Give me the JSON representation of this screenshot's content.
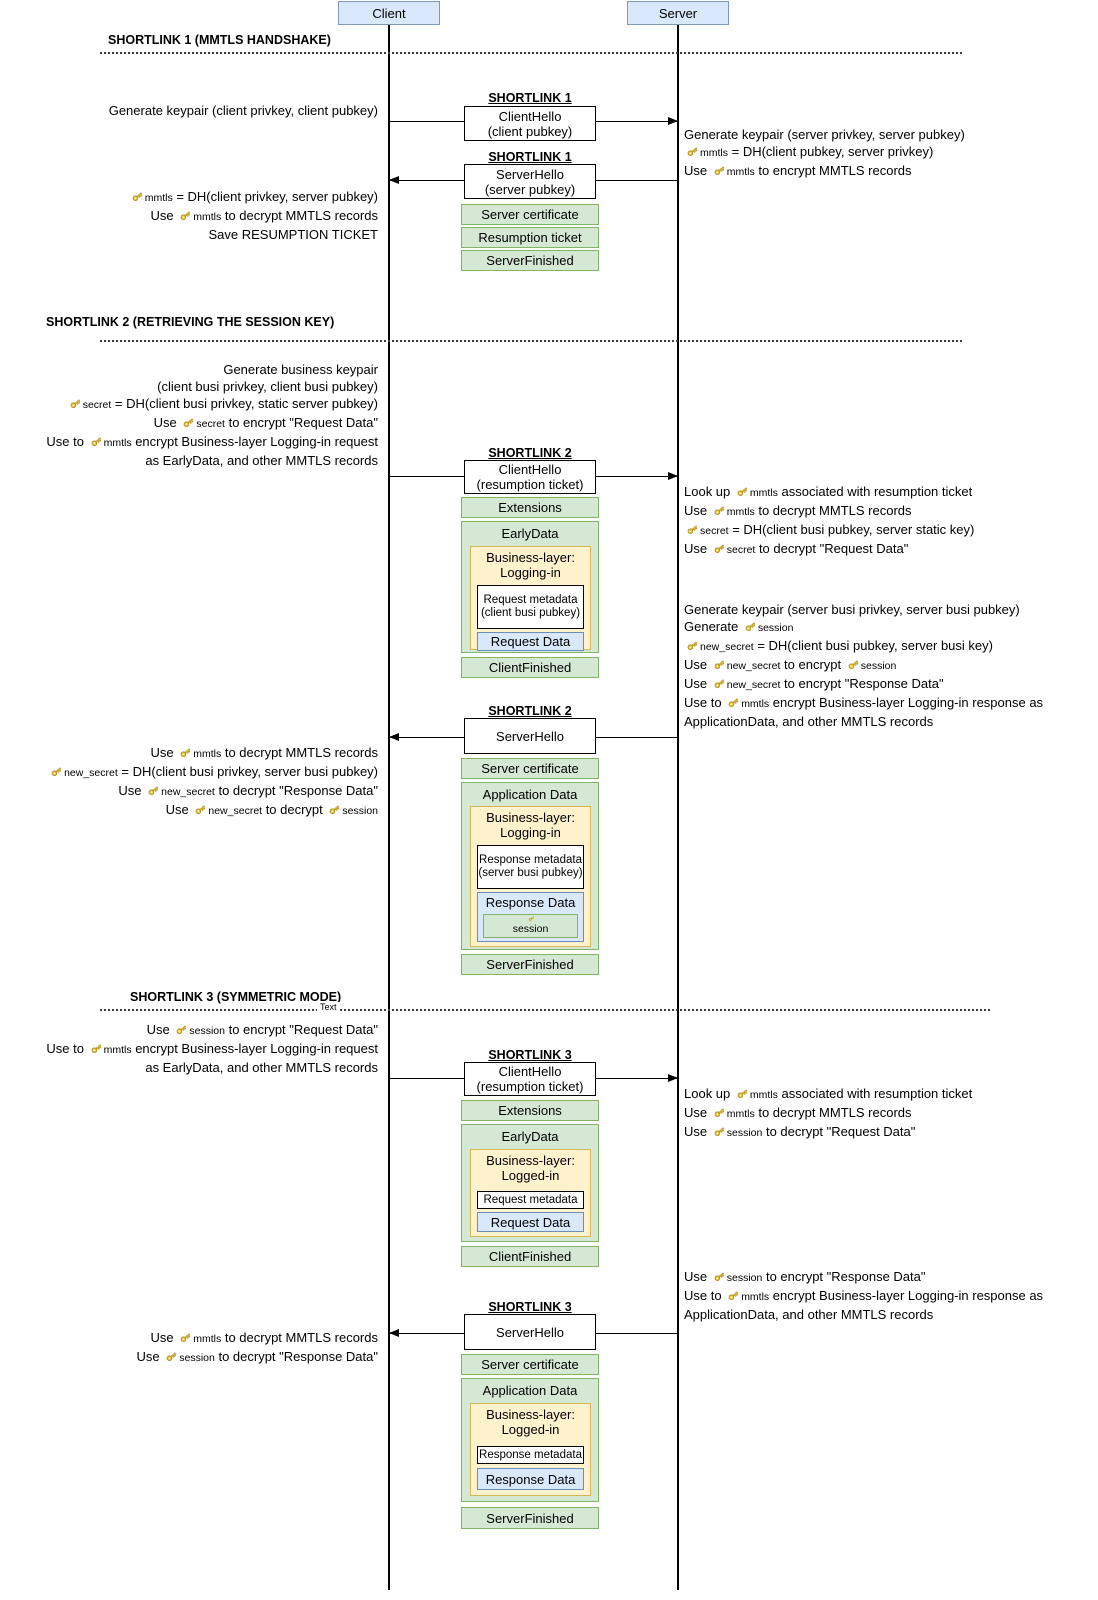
{
  "colors": {
    "actor_fill": "#dae8fc",
    "actor_border": "#7d97bd",
    "green_fill": "#d5e8d4",
    "green_border": "#82b366",
    "yellow_fill": "#fff2cc",
    "yellow_border": "#d6b656",
    "blue_fill": "#dae8fc",
    "blue_border": "#6c8ebf",
    "key_gold": "#edc531"
  },
  "actors": {
    "client": "Client",
    "server": "Server"
  },
  "s1": {
    "title": "SHORTLINK 1 (MMTLS HANDSHAKE)",
    "client_note_req": [
      "Generate keypair (client privkey, client pubkey)"
    ],
    "req_label": "SHORTLINK 1",
    "req_hello_1": "ClientHello",
    "req_hello_2": "(client pubkey)",
    "server_note": [
      "Generate keypair (server privkey, server pubkey)",
      "{key:mmtls} = DH(client pubkey, server privkey)",
      "Use {key:mmtls} to encrypt MMTLS records"
    ],
    "resp_label": "SHORTLINK 1",
    "resp_hello_1": "ServerHello",
    "resp_hello_2": "(server pubkey)",
    "resp_items": [
      "Server certificate",
      "Resumption ticket",
      "ServerFinished"
    ],
    "client_note_resp": [
      "{key:mmtls} = DH(client privkey, server pubkey)",
      "Use {key:mmtls} to decrypt MMTLS records",
      "Save RESUMPTION TICKET"
    ]
  },
  "s2": {
    "title": "SHORTLINK 2 (RETRIEVING THE SESSION KEY)",
    "client_note_req": [
      "Generate business keypair",
      "(client busi privkey, client busi pubkey)",
      "{key:secret} = DH(client busi privkey, static server pubkey)",
      "Use {key:secret} to encrypt \"Request Data\"",
      "Use to {key:mmtls} encrypt Business-layer Logging-in request",
      "as EarlyData, and other MMTLS records"
    ],
    "req_label": "SHORTLINK 2",
    "req_hello_1": "ClientHello",
    "req_hello_2": "(resumption ticket)",
    "req_extensions": "Extensions",
    "req_container": "EarlyData",
    "req_business_1": "Business-layer:",
    "req_business_2": "Logging-in",
    "req_meta_1": "Request metadata",
    "req_meta_2": "(client busi pubkey)",
    "req_data": "Request Data",
    "req_finished": "ClientFinished",
    "server_note_req": [
      "Look up {key:mmtls} associated with resumption ticket",
      "Use {key:mmtls} to decrypt MMTLS records",
      "{key:secret} = DH(client busi pubkey, server static key)",
      "Use {key:secret} to decrypt \"Request Data\""
    ],
    "server_note_resp": [
      "Generate keypair (server busi privkey, server busi pubkey)",
      "Generate {key:session}",
      "{key:new_secret} = DH(client busi pubkey, server busi key)",
      "Use {key:new_secret} to encrypt {key:session}",
      "Use {key:new_secret} to encrypt \"Response Data\"",
      "Use to {key:mmtls} encrypt Business-layer Logging-in response as",
      "ApplicationData, and other MMTLS records"
    ],
    "resp_label": "SHORTLINK 2",
    "resp_hello": "ServerHello",
    "resp_cert": "Server certificate",
    "resp_container": "Application Data",
    "resp_business_1": "Business-layer:",
    "resp_business_2": "Logging-in",
    "resp_meta_1": "Response metadata",
    "resp_meta_2": "(server busi pubkey)",
    "resp_data": "Response Data",
    "resp_session": "{key:session}",
    "resp_finished": "ServerFinished",
    "client_note_resp": [
      "Use {key:mmtls} to decrypt MMTLS records",
      "{key:new_secret} = DH(client busi privkey, server busi pubkey)",
      "Use {key:new_secret} to decrypt \"Response Data\"",
      "Use {key:new_secret} to decrypt {key:session}"
    ]
  },
  "s3": {
    "title": "SHORTLINK 3 (SYMMETRIC MODE)",
    "divider_label": "Text",
    "client_note_req": [
      "Use {key:session} to encrypt \"Request Data\"",
      "Use to {key:mmtls} encrypt Business-layer Logging-in request",
      "as EarlyData, and other MMTLS records"
    ],
    "req_label": "SHORTLINK 3",
    "req_hello_1": "ClientHello",
    "req_hello_2": "(resumption ticket)",
    "req_extensions": "Extensions",
    "req_container": "EarlyData",
    "req_business_1": "Business-layer:",
    "req_business_2": "Logged-in",
    "req_meta": "Request metadata",
    "req_data": "Request Data",
    "req_finished": "ClientFinished",
    "server_note_req": [
      "Look up {key:mmtls} associated with resumption ticket",
      "Use {key:mmtls} to decrypt MMTLS records",
      "Use {key:session} to decrypt \"Request Data\""
    ],
    "server_note_resp": [
      "Use {key:session} to encrypt \"Response Data\"",
      "Use to {key:mmtls} encrypt Business-layer Logging-in response as",
      "ApplicationData, and other MMTLS records"
    ],
    "resp_label": "SHORTLINK 3",
    "resp_hello": "ServerHello",
    "resp_cert": "Server certificate",
    "resp_container": "Application Data",
    "resp_business_1": "Business-layer:",
    "resp_business_2": "Logged-in",
    "resp_meta": "Response metadata",
    "resp_data": "Response Data",
    "resp_finished": "ServerFinished",
    "client_note_resp": [
      "Use {key:mmtls} to decrypt MMTLS records",
      "Use {key:session} to decrypt \"Response Data\""
    ]
  }
}
